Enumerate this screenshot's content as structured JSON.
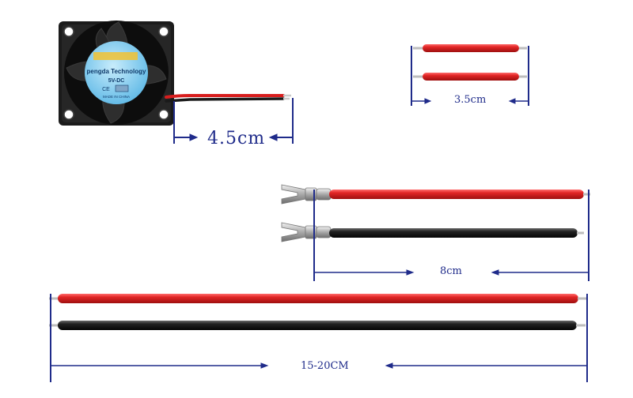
{
  "fan": {
    "sticker_brand": "pengda Technology",
    "sticker_voltage": "5V-DC",
    "sticker_ce": "CE",
    "sticker_origin": "MADE IN CHINA"
  },
  "measurements": {
    "fan_lead": "4.5cm",
    "short_wires": "3.5cm",
    "terminal_wires": "8cm",
    "long_wires": "15-20CM"
  },
  "colors": {
    "red_wire": "#d81e1e",
    "black_wire": "#1a1a1a",
    "dimension_line": "#1f2b8a",
    "fan_body": "#1b1b1b",
    "sticker": "#6fc4ea"
  }
}
